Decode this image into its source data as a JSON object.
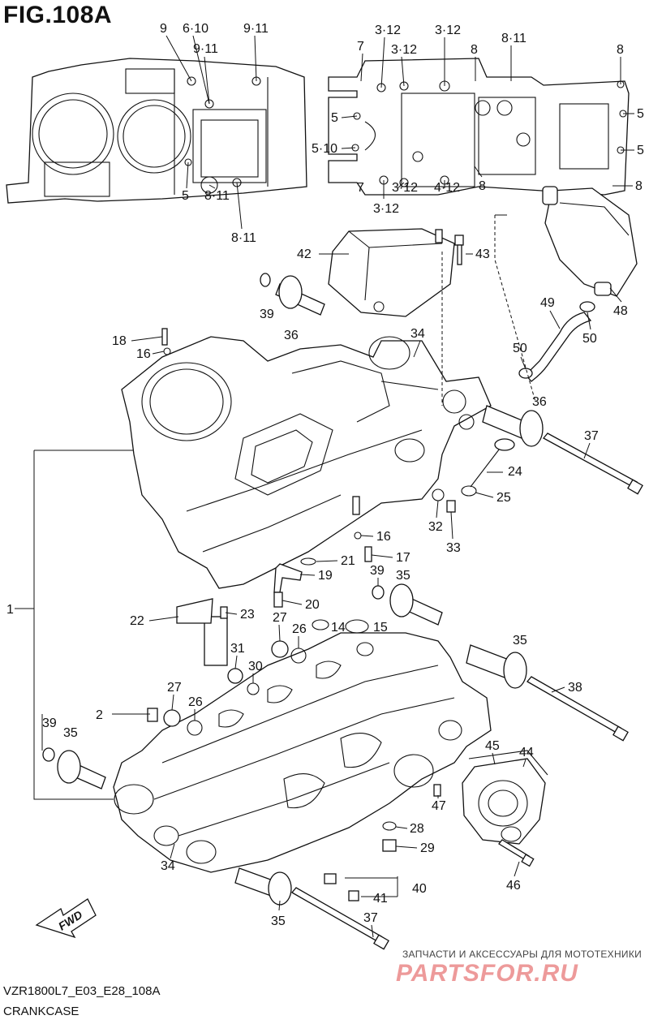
{
  "figure": {
    "title": "FIG.108A",
    "code": "VZR1800L7_E03_E28_108A",
    "name": "CRANKCASE"
  },
  "watermark": {
    "tagline": "ЗАПЧАСТИ И АКСЕССУАРЫ ДЛЯ МОТОТЕХНИКИ",
    "logo": "PARTSFOR.RU"
  },
  "fwd_label": "FWD",
  "callouts": [
    "9",
    "6·10",
    "9·11",
    "9·11",
    "5",
    "8·11",
    "8·11",
    "3·12",
    "3·12",
    "3·12",
    "7",
    "8·11",
    "8",
    "5",
    "5·10",
    "5",
    "5",
    "7",
    "3·12",
    "3·12",
    "4·12",
    "8",
    "8",
    "42",
    "43",
    "48",
    "39",
    "36",
    "49",
    "50",
    "18",
    "16",
    "34",
    "50",
    "36",
    "37",
    "24",
    "25",
    "32",
    "33",
    "16",
    "17",
    "21",
    "19",
    "20",
    "39",
    "35",
    "1",
    "22",
    "23",
    "27",
    "26",
    "14",
    "15",
    "31",
    "30",
    "35",
    "38",
    "27",
    "26",
    "2",
    "39",
    "35",
    "45",
    "44",
    "47",
    "28",
    "29",
    "34",
    "40",
    "41",
    "46",
    "35",
    "37"
  ],
  "colors": {
    "ink": "#111111",
    "logo": "#e04848"
  }
}
